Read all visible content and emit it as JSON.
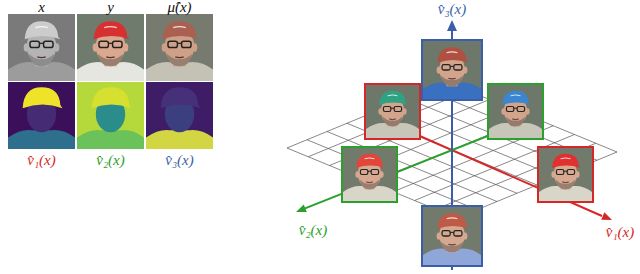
{
  "diagram": {
    "labels": [
      "x",
      "y",
      "μ̂(x)",
      "v̂₁(x)",
      "v̂₂(x)",
      "v̂₃(x)",
      "v̂₃(x)",
      "v̂₂(x)",
      "v̂₁(x)"
    ]
  }
}
